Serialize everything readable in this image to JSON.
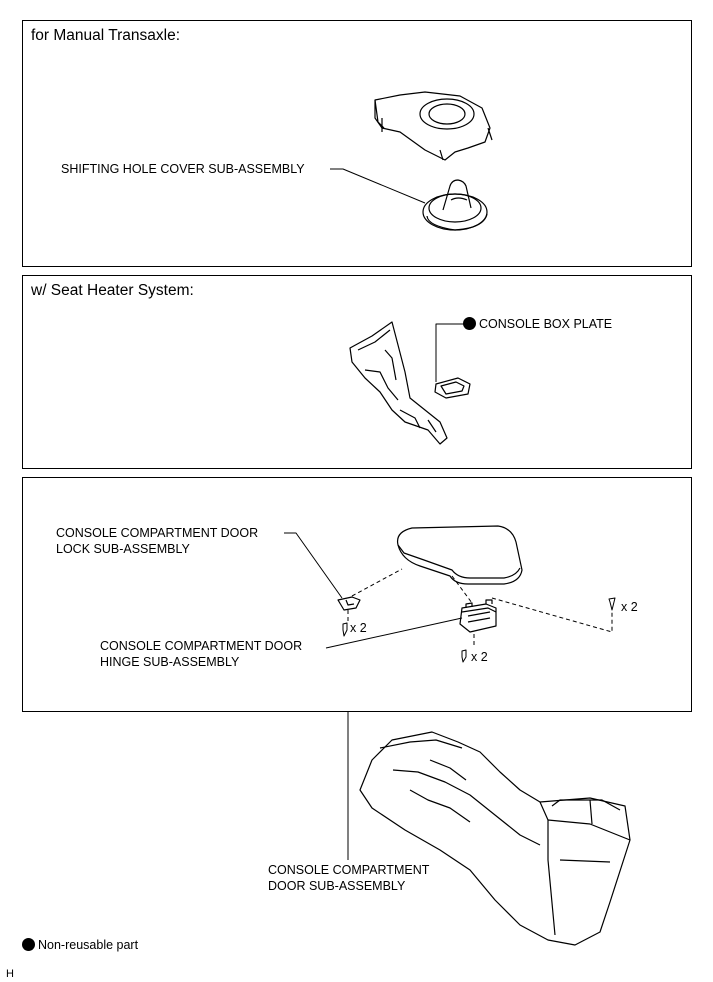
{
  "panels": {
    "manual": {
      "title": "for Manual Transaxle:"
    },
    "seat_heater": {
      "title": "w/ Seat Heater System:"
    }
  },
  "labels": {
    "shifting_hole_cover": "SHIFTING HOLE COVER SUB-ASSEMBLY",
    "console_box_plate": "CONSOLE BOX PLATE",
    "door_lock_line1": "CONSOLE COMPARTMENT DOOR",
    "door_lock_line2": "LOCK SUB-ASSEMBLY",
    "door_hinge_line1": "CONSOLE COMPARTMENT DOOR",
    "door_hinge_line2": "HINGE SUB-ASSEMBLY",
    "door_line1": "CONSOLE COMPARTMENT",
    "door_line2": "DOOR SUB-ASSEMBLY",
    "qty_left": "x 2",
    "qty_center": "x 2",
    "qty_right": "x 2"
  },
  "legend": {
    "text": "Non-reusable part",
    "symbol": "filled-circle"
  },
  "corner_mark": "H"
}
